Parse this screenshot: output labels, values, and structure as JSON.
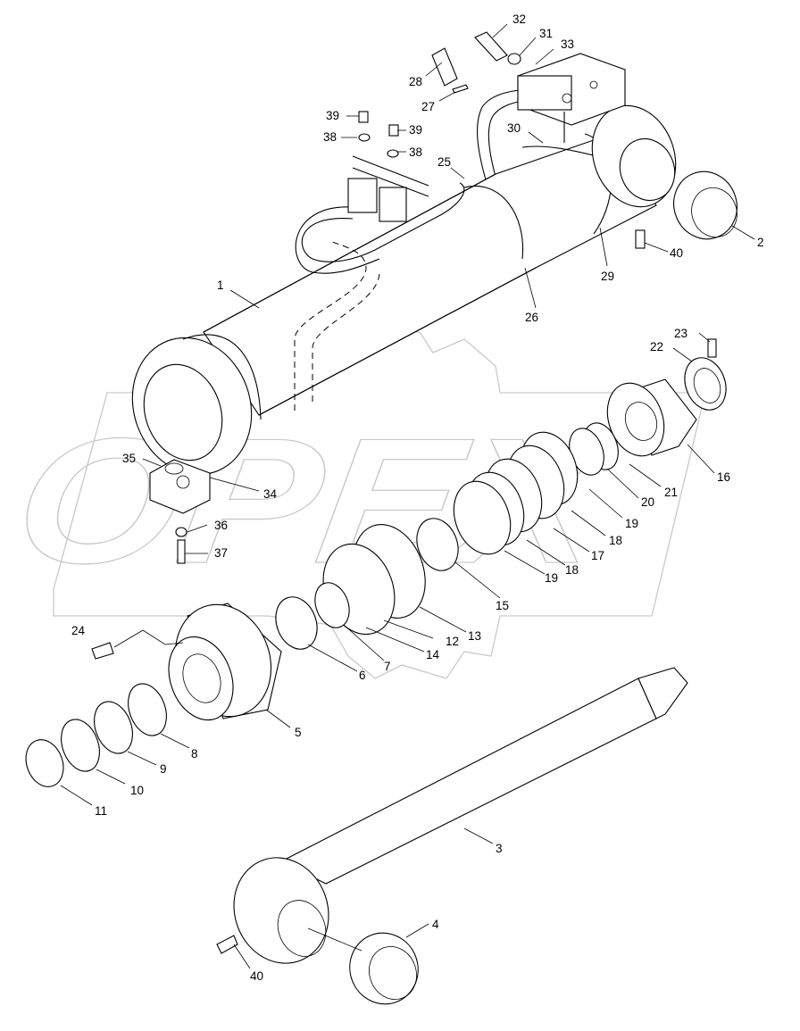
{
  "watermark": {
    "text": "OPEX"
  },
  "callouts": [
    {
      "id": "32",
      "label": "32"
    },
    {
      "id": "31",
      "label": "31"
    },
    {
      "id": "33",
      "label": "33"
    },
    {
      "id": "28",
      "label": "28"
    },
    {
      "id": "27",
      "label": "27"
    },
    {
      "id": "39a",
      "label": "39"
    },
    {
      "id": "39b",
      "label": "39"
    },
    {
      "id": "38a",
      "label": "38"
    },
    {
      "id": "38b",
      "label": "38"
    },
    {
      "id": "30",
      "label": "30"
    },
    {
      "id": "25",
      "label": "25"
    },
    {
      "id": "2",
      "label": "2"
    },
    {
      "id": "40a",
      "label": "40"
    },
    {
      "id": "29",
      "label": "29"
    },
    {
      "id": "1",
      "label": "1"
    },
    {
      "id": "26",
      "label": "26"
    },
    {
      "id": "23",
      "label": "23"
    },
    {
      "id": "22",
      "label": "22"
    },
    {
      "id": "16",
      "label": "16"
    },
    {
      "id": "21",
      "label": "21"
    },
    {
      "id": "20",
      "label": "20"
    },
    {
      "id": "19a",
      "label": "19"
    },
    {
      "id": "18a",
      "label": "18"
    },
    {
      "id": "17",
      "label": "17"
    },
    {
      "id": "18b",
      "label": "18"
    },
    {
      "id": "19b",
      "label": "19"
    },
    {
      "id": "35",
      "label": "35"
    },
    {
      "id": "34",
      "label": "34"
    },
    {
      "id": "36",
      "label": "36"
    },
    {
      "id": "37",
      "label": "37"
    },
    {
      "id": "15",
      "label": "15"
    },
    {
      "id": "13",
      "label": "13"
    },
    {
      "id": "12",
      "label": "12"
    },
    {
      "id": "14",
      "label": "14"
    },
    {
      "id": "7",
      "label": "7"
    },
    {
      "id": "6",
      "label": "6"
    },
    {
      "id": "24",
      "label": "24"
    },
    {
      "id": "5",
      "label": "5"
    },
    {
      "id": "8",
      "label": "8"
    },
    {
      "id": "9",
      "label": "9"
    },
    {
      "id": "10",
      "label": "10"
    },
    {
      "id": "11",
      "label": "11"
    },
    {
      "id": "3",
      "label": "3"
    },
    {
      "id": "4",
      "label": "4"
    },
    {
      "id": "40b",
      "label": "40"
    }
  ]
}
